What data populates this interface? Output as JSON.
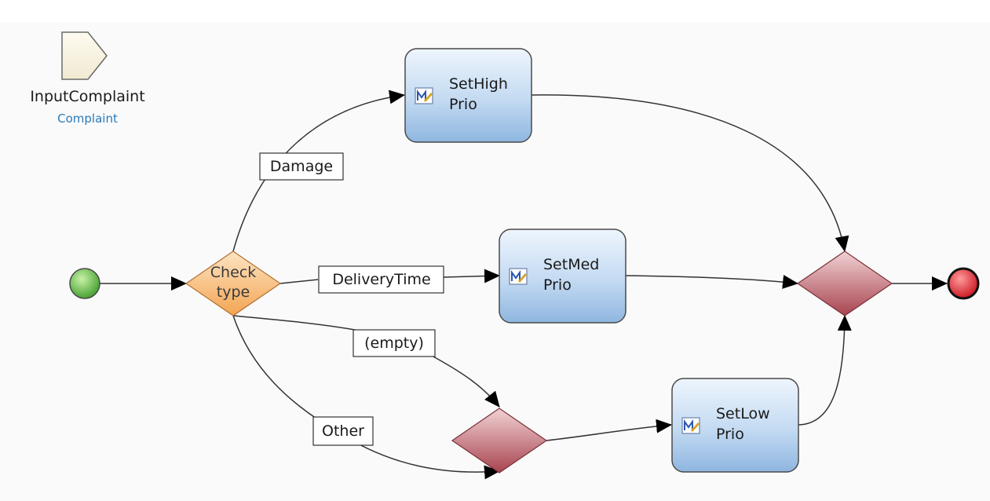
{
  "parameter": {
    "name": "InputComplaint",
    "type": "Complaint"
  },
  "decision": {
    "label_line1": "Check",
    "label_line2": "type"
  },
  "activities": {
    "set_high": {
      "line1": "SetHigh",
      "line2": "Prio"
    },
    "set_med": {
      "line1": "SetMed",
      "line2": "Prio"
    },
    "set_low": {
      "line1": "SetLow",
      "line2": "Prio"
    }
  },
  "edges": {
    "damage": "Damage",
    "delivery_time": "DeliveryTime",
    "empty": "(empty)",
    "other": "Other"
  },
  "colors": {
    "start": "#5cbf3c",
    "end": "#e0202a",
    "decision": "#f6b46a",
    "merge": "#b8565d",
    "activity": "#a8c8ea",
    "param_type": "#2a7ab8"
  },
  "icons": {
    "activity_icon": "microflow-action-icon"
  }
}
